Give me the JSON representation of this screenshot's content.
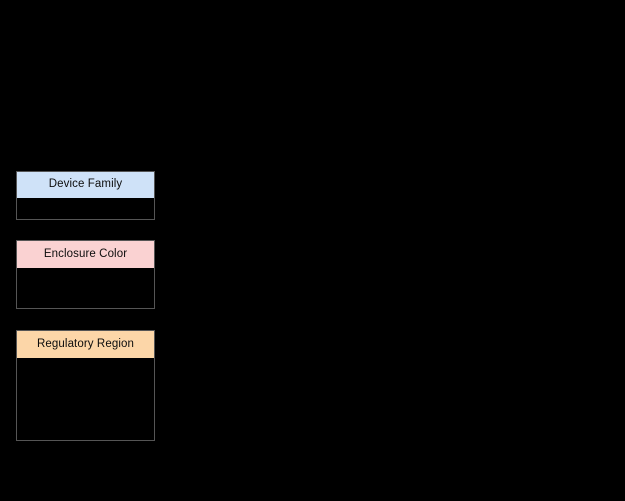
{
  "background_color": "#000000",
  "border_color": "#555555",
  "facets": [
    {
      "id": "device-family",
      "label": "Device Family",
      "header_color": "#cfe2f8",
      "text_color": "#0d0d0d",
      "options": []
    },
    {
      "id": "enclosure-color",
      "label": "Enclosure Color",
      "header_color": "#fad2d2",
      "text_color": "#0d0d0d",
      "options": []
    },
    {
      "id": "regulatory-region",
      "label": "Regulatory Region",
      "header_color": "#fcd6a8",
      "text_color": "#0d0d0d",
      "options": []
    }
  ]
}
